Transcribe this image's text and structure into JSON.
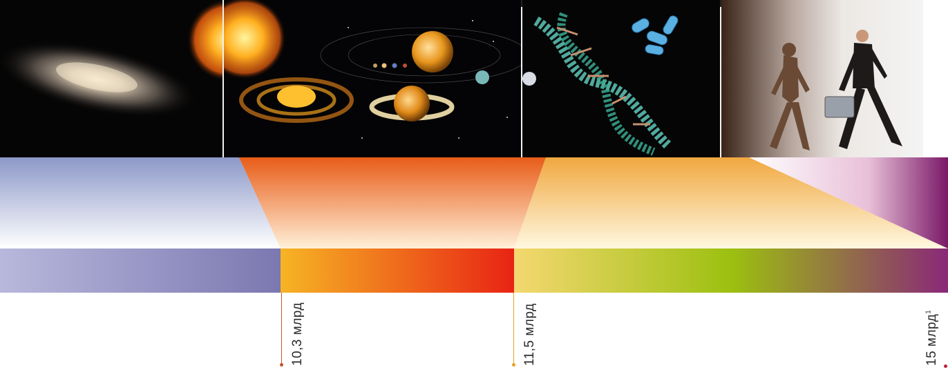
{
  "panels": [
    {
      "name": "galaxy-panel",
      "subject": "spiral galaxy and star"
    },
    {
      "name": "solar-system-panel",
      "subject": "solar system planets"
    },
    {
      "name": "dna-panel",
      "subject": "DNA molecule and bacteria"
    },
    {
      "name": "evolution-panel",
      "subject": "hominid and businessman"
    }
  ],
  "markers": [
    {
      "label": "10,3 млрд",
      "sup": "",
      "dot_color": "#c0552a"
    },
    {
      "label": "11,5 млрд",
      "sup": "",
      "dot_color": "#e8a020"
    },
    {
      "label": "15 млрд",
      "sup": "1",
      "dot_color": "#c0203a"
    }
  ],
  "segments": [
    {
      "name": "early-universe-segment",
      "colors": [
        "#b8b8dc",
        "#7b78b0"
      ]
    },
    {
      "name": "solar-system-segment",
      "colors": [
        "#f6b424",
        "#e82414"
      ]
    },
    {
      "name": "life-segment",
      "colors": [
        "#f4d870",
        "#9cc010",
        "#8a2878"
      ]
    }
  ]
}
